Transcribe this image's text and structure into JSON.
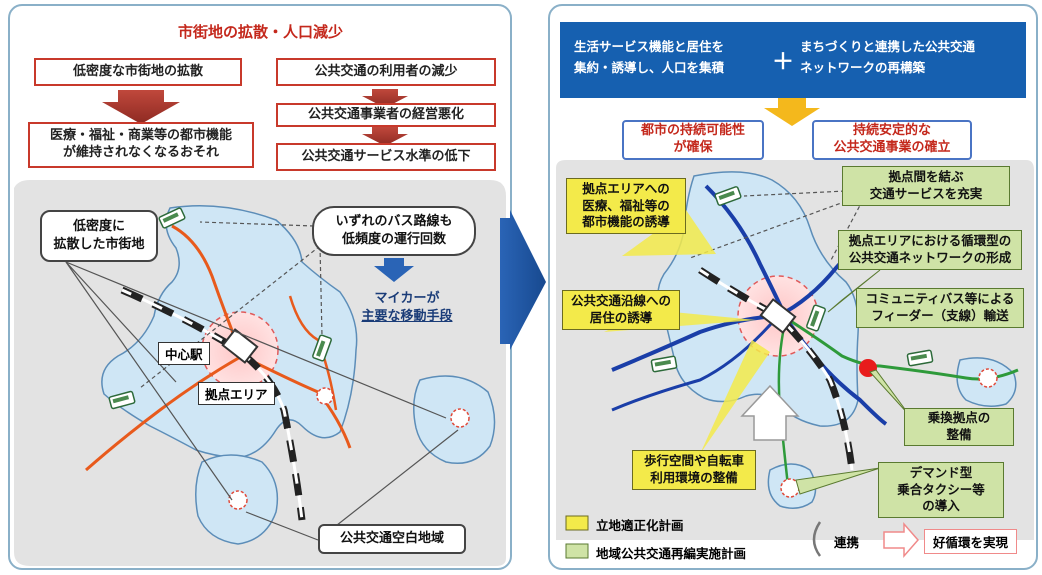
{
  "left": {
    "title": "市街地の拡散・人口減少",
    "box_low_density": "低密度な市街地の拡散",
    "box_function_loss_1": "医療・福祉・商業等の都市機能",
    "box_function_loss_2": "が維持されなくなるおそれ",
    "box_ridership": "公共交通の利用者の減少",
    "box_operator": "公共交通事業者の経営悪化",
    "box_service": "公共交通サービス水準の低下",
    "callout_low_density_1": "低密度に",
    "callout_low_density_2": "拡散した市街地",
    "callout_bus_1": "いずれのバス路線も",
    "callout_bus_2": "低頻度の運行回数",
    "car_1": "マイカーが",
    "car_2": "主要な移動手段",
    "station_label": "中心駅",
    "hub_area_label": "拠点エリア",
    "blank_area_label": "公共交通空白地域"
  },
  "right": {
    "banner_left_1": "生活サービス機能と居住を",
    "banner_left_2": "集約・誘導し、人口を集積",
    "banner_plus": "＋",
    "banner_right_1": "まちづくりと連携した公共交通",
    "banner_right_2": "ネットワークの再構築",
    "goal_city_1": "都市の持続可能性",
    "goal_city_2": "が確保",
    "goal_transit_1": "持続安定的な",
    "goal_transit_2": "公共交通事業の確立",
    "y_hub_1": "拠点エリアへの",
    "y_hub_2": "医療、福祉等の",
    "y_hub_3": "都市機能の誘導",
    "y_residence_1": "公共交通沿線への",
    "y_residence_2": "居住の誘導",
    "y_walk_1": "歩行空間や自転車",
    "y_walk_2": "利用環境の整備",
    "g_link_1": "拠点間を結ぶ",
    "g_link_2": "交通サービスを充実",
    "g_loop_1": "拠点エリアにおける循環型の",
    "g_loop_2": "公共交通ネットワークの形成",
    "g_feeder_1": "コミュニティバス等による",
    "g_feeder_2": "フィーダー（支線）輸送",
    "g_transfer_1": "乗換拠点の",
    "g_transfer_2": "整備",
    "g_demand_1": "デマンド型",
    "g_demand_2": "乗合タクシー等",
    "g_demand_3": "の導入",
    "legend_yellow": "立地適正化計画",
    "legend_green": "地域公共交通再編実施計画",
    "legend_link": "連携",
    "legend_result": "好循環を実現"
  },
  "colors": {
    "red_accent": "#c4281c",
    "dark_red_arrow": "#a8322a",
    "blue_banner": "#1660b0",
    "yellow_box": "#f3ea4a",
    "green_box": "#cfe3a6",
    "area_blue": "#cfe6f5",
    "panel_border": "#8ab0c8"
  }
}
